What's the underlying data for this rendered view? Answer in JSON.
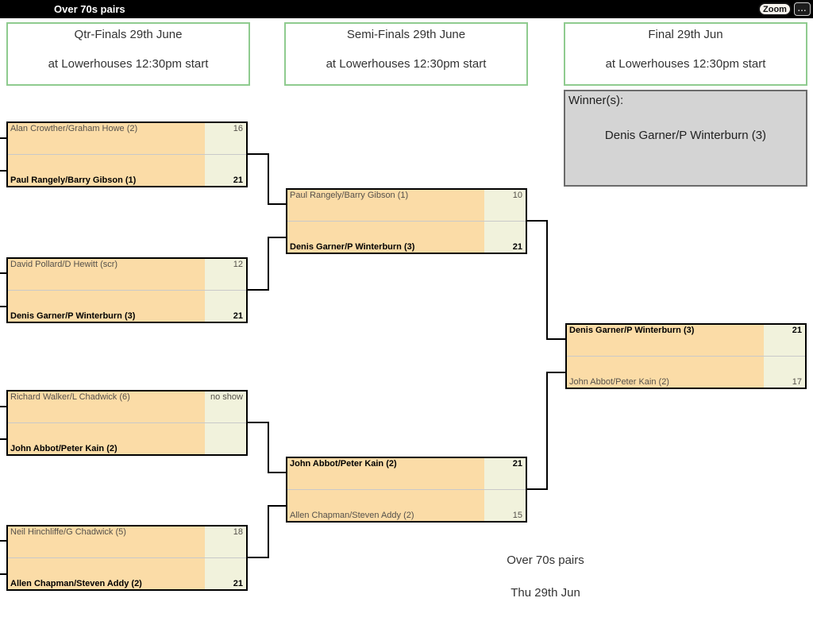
{
  "title_bar": {
    "title": "Over 70s pairs",
    "zoom_button_label": "Zoom",
    "more_button_label": "..."
  },
  "rounds": [
    {
      "name": "Qtr-Finals 29th June",
      "venue": "at Lowerhouses 12:30pm start"
    },
    {
      "name": "Semi-Finals 29th June",
      "venue": "at Lowerhouses 12:30pm start"
    },
    {
      "name": "Final 29th Jun",
      "venue": "at Lowerhouses 12:30pm start"
    }
  ],
  "winner_box": {
    "label": "Winner(s):",
    "winner": "Denis Garner/P Winterburn (3)"
  },
  "matches": [
    {
      "round": "quarter-final-1",
      "top": {
        "name": "Alan Crowther/Graham Howe (2)",
        "score": "16"
      },
      "bottom": {
        "name": "Paul Rangely/Barry Gibson (1)",
        "score": "21"
      }
    },
    {
      "round": "quarter-final-2",
      "top": {
        "name": "David Pollard/D Hewitt (scr)",
        "score": "12"
      },
      "bottom": {
        "name": "Denis Garner/P Winterburn (3)",
        "score": "21"
      }
    },
    {
      "round": "quarter-final-3",
      "top": {
        "name": "Richard Walker/L Chadwick (6)",
        "score": "no show"
      },
      "bottom": {
        "name": "John Abbot/Peter Kain (2)",
        "score": ""
      }
    },
    {
      "round": "quarter-final-4",
      "top": {
        "name": "Neil Hinchliffe/G Chadwick (5)",
        "score": "18"
      },
      "bottom": {
        "name": "Allen Chapman/Steven Addy (2)",
        "score": "21"
      }
    },
    {
      "round": "semi-final-1",
      "top": {
        "name": "Paul Rangely/Barry Gibson (1)",
        "score": "10"
      },
      "bottom": {
        "name": "Denis Garner/P Winterburn (3)",
        "score": "21"
      }
    },
    {
      "round": "semi-final-2",
      "top": {
        "name": "John Abbot/Peter Kain (2)",
        "score": "21"
      },
      "bottom": {
        "name": "Allen Chapman/Steven Addy (2)",
        "score": "15"
      }
    },
    {
      "round": "final",
      "top": {
        "name": "Denis Garner/P Winterburn (3)",
        "score": "21"
      },
      "bottom": {
        "name": "John Abbot/Peter Kain (2)",
        "score": "17"
      }
    }
  ],
  "footer": {
    "line1": "Over 70s pairs",
    "line2": "Thu 29th Jun"
  },
  "colors": {
    "titlebar_bg": "#000000",
    "header_border": "#8fcb8f",
    "name_cell_bg": "#fbdca7",
    "score_cell_bg": "#f1f2dc",
    "winner_box_bg": "#d4d4d4"
  }
}
